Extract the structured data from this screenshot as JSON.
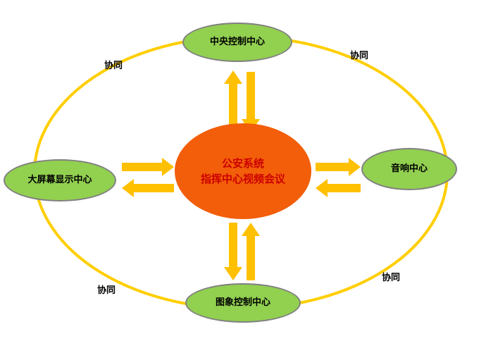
{
  "diagram": {
    "center": {
      "line1": "公安系统",
      "line2": "指挥中心视频会议"
    },
    "nodes": {
      "top": "中央控制中心",
      "right": "音响中心",
      "bottom": "图象控制中心",
      "left": "大屏幕显示中心"
    },
    "ring_labels": {
      "top_left": "协同",
      "top_right": "协同",
      "bottom_left": "协同",
      "bottom_right": "协同"
    },
    "colors": {
      "node_fill": "#92d050",
      "node_border": "#808080",
      "center_fill": "#f25e09",
      "center_text": "#cc0000",
      "arrow": "#ffc000",
      "ring": "#ffce00",
      "label_text": "#000000",
      "bg": "#ffffff"
    }
  }
}
